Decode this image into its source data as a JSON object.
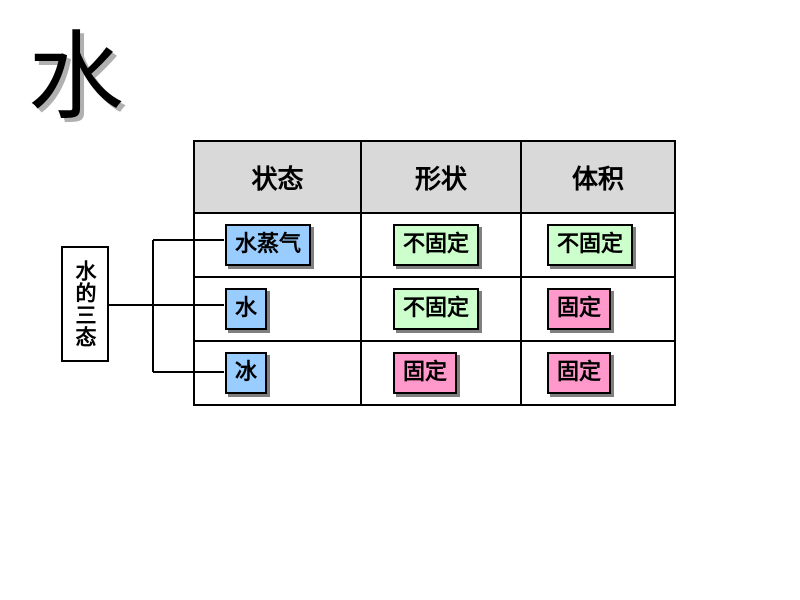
{
  "title": "水",
  "side_label": "水的三态",
  "table": {
    "headers": [
      "状态",
      "形状",
      "体积"
    ],
    "rows": [
      {
        "state": "水蒸气",
        "shape": "不固定",
        "volume": "不固定"
      },
      {
        "state": "水",
        "shape": "不固定",
        "volume": "固定"
      },
      {
        "state": "冰",
        "shape": "固定",
        "volume": "固定"
      }
    ]
  },
  "colors": {
    "state_box": "#99ccff",
    "not_fixed_box": "#ccffcc",
    "fixed_box": "#ff99cc",
    "header_bg": "#d9d9d9"
  }
}
